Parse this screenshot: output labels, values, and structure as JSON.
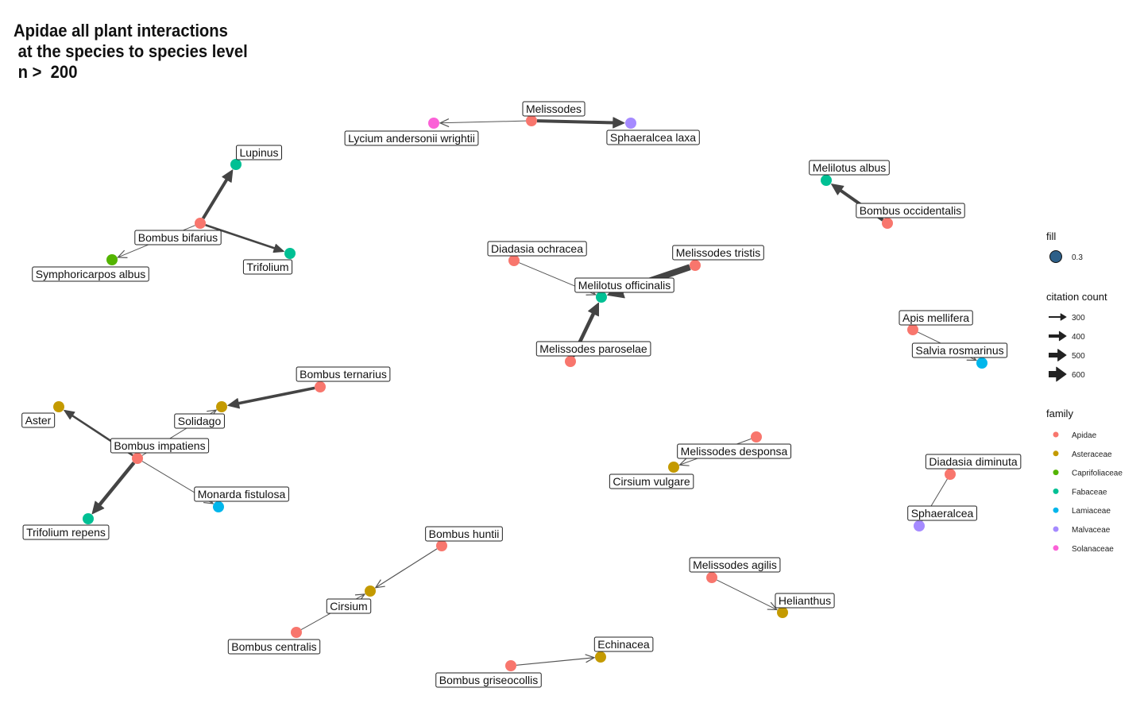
{
  "title_lines": [
    "Apidae all plant interactions",
    " at the species to species level",
    " n >  200"
  ],
  "legend": {
    "fill_title": "fill",
    "fill_value": "0.3",
    "fill_color": "#2d5f88",
    "count_title": "citation count",
    "count_values": [
      "300",
      "400",
      "500",
      "600"
    ],
    "family_title": "family",
    "families": [
      {
        "name": "Apidae",
        "color": "#F8766D"
      },
      {
        "name": "Asteraceae",
        "color": "#C49A00"
      },
      {
        "name": "Caprifoliaceae",
        "color": "#53B400"
      },
      {
        "name": "Fabaceae",
        "color": "#00C094"
      },
      {
        "name": "Lamiaceae",
        "color": "#00B6EB"
      },
      {
        "name": "Malvaceae",
        "color": "#A58AFF"
      },
      {
        "name": "Solanaceae",
        "color": "#FB61D7"
      }
    ]
  },
  "nodes": [
    {
      "id": "melissodes",
      "label": "Melissodes",
      "family": "Apidae"
    },
    {
      "id": "lycium",
      "label": "Lycium andersonii wrightii",
      "family": "Solanaceae"
    },
    {
      "id": "sphaeralcea_laxa",
      "label": "Sphaeralcea laxa",
      "family": "Malvaceae"
    },
    {
      "id": "bombus_bifarius",
      "label": "Bombus bifarius",
      "family": "Apidae"
    },
    {
      "id": "lupinus",
      "label": "Lupinus",
      "family": "Fabaceae"
    },
    {
      "id": "trifolium",
      "label": "Trifolium",
      "family": "Fabaceae"
    },
    {
      "id": "symphoricarpos",
      "label": "Symphoricarpos albus",
      "family": "Caprifoliaceae"
    },
    {
      "id": "bombus_occidentalis",
      "label": "Bombus occidentalis",
      "family": "Apidae"
    },
    {
      "id": "melilotus_albus",
      "label": "Melilotus albus",
      "family": "Fabaceae"
    },
    {
      "id": "diadasia_ochracea",
      "label": "Diadasia ochracea",
      "family": "Apidae"
    },
    {
      "id": "melissodes_tristis",
      "label": "Melissodes tristis",
      "family": "Apidae"
    },
    {
      "id": "melilotus_officinalis",
      "label": "Melilotus officinalis",
      "family": "Fabaceae"
    },
    {
      "id": "melissodes_paroselae",
      "label": "Melissodes paroselae",
      "family": "Apidae"
    },
    {
      "id": "apis_mellifera",
      "label": "Apis mellifera",
      "family": "Apidae"
    },
    {
      "id": "salvia_rosmarinus",
      "label": "Salvia rosmarinus",
      "family": "Lamiaceae"
    },
    {
      "id": "bombus_ternarius",
      "label": "Bombus ternarius",
      "family": "Apidae"
    },
    {
      "id": "solidago",
      "label": "Solidago",
      "family": "Asteraceae"
    },
    {
      "id": "aster",
      "label": "Aster",
      "family": "Asteraceae"
    },
    {
      "id": "bombus_impatiens",
      "label": "Bombus impatiens",
      "family": "Apidae"
    },
    {
      "id": "monarda",
      "label": "Monarda fistulosa",
      "family": "Lamiaceae"
    },
    {
      "id": "trifolium_repens",
      "label": "Trifolium repens",
      "family": "Fabaceae"
    },
    {
      "id": "melissodes_desponsa",
      "label": "Melissodes desponsa",
      "family": "Apidae"
    },
    {
      "id": "cirsium_vulgare",
      "label": "Cirsium vulgare",
      "family": "Asteraceae"
    },
    {
      "id": "diadasia_diminuta",
      "label": "Diadasia diminuta",
      "family": "Apidae"
    },
    {
      "id": "sphaeralcea",
      "label": "Sphaeralcea",
      "family": "Malvaceae"
    },
    {
      "id": "bombus_huntii",
      "label": "Bombus huntii",
      "family": "Apidae"
    },
    {
      "id": "cirsium",
      "label": "Cirsium",
      "family": "Asteraceae"
    },
    {
      "id": "bombus_centralis",
      "label": "Bombus centralis",
      "family": "Apidae"
    },
    {
      "id": "melissodes_agilis",
      "label": "Melissodes agilis",
      "family": "Apidae"
    },
    {
      "id": "helianthus",
      "label": "Helianthus",
      "family": "Asteraceae"
    },
    {
      "id": "echinacea",
      "label": "Echinacea",
      "family": "Asteraceae"
    },
    {
      "id": "bombus_griseocollis",
      "label": "Bombus griseocollis",
      "family": "Apidae"
    }
  ],
  "edges": [
    {
      "from": "melissodes",
      "to": "lycium",
      "count": 210
    },
    {
      "from": "melissodes",
      "to": "sphaeralcea_laxa",
      "count": 400
    },
    {
      "from": "bombus_bifarius",
      "to": "lupinus",
      "count": 400
    },
    {
      "from": "bombus_bifarius",
      "to": "trifolium",
      "count": 330
    },
    {
      "from": "bombus_bifarius",
      "to": "symphoricarpos",
      "count": 210
    },
    {
      "from": "bombus_occidentalis",
      "to": "melilotus_albus",
      "count": 400
    },
    {
      "from": "diadasia_ochracea",
      "to": "melilotus_officinalis",
      "count": 220
    },
    {
      "from": "melissodes_tristis",
      "to": "melilotus_officinalis",
      "count": 600
    },
    {
      "from": "melissodes_paroselae",
      "to": "melilotus_officinalis",
      "count": 430
    },
    {
      "from": "apis_mellifera",
      "to": "salvia_rosmarinus",
      "count": 220
    },
    {
      "from": "bombus_ternarius",
      "to": "solidago",
      "count": 380
    },
    {
      "from": "bombus_impatiens",
      "to": "solidago",
      "count": 240
    },
    {
      "from": "bombus_impatiens",
      "to": "aster",
      "count": 330
    },
    {
      "from": "bombus_impatiens",
      "to": "monarda",
      "count": 210
    },
    {
      "from": "bombus_impatiens",
      "to": "trifolium_repens",
      "count": 420
    },
    {
      "from": "melissodes_desponsa",
      "to": "cirsium_vulgare",
      "count": 205
    },
    {
      "from": "diadasia_diminuta",
      "to": "sphaeralcea",
      "count": 205
    },
    {
      "from": "bombus_huntii",
      "to": "cirsium",
      "count": 260
    },
    {
      "from": "bombus_centralis",
      "to": "cirsium",
      "count": 205
    },
    {
      "from": "melissodes_agilis",
      "to": "helianthus",
      "count": 230
    },
    {
      "from": "bombus_griseocollis",
      "to": "echinacea",
      "count": 260
    }
  ]
}
